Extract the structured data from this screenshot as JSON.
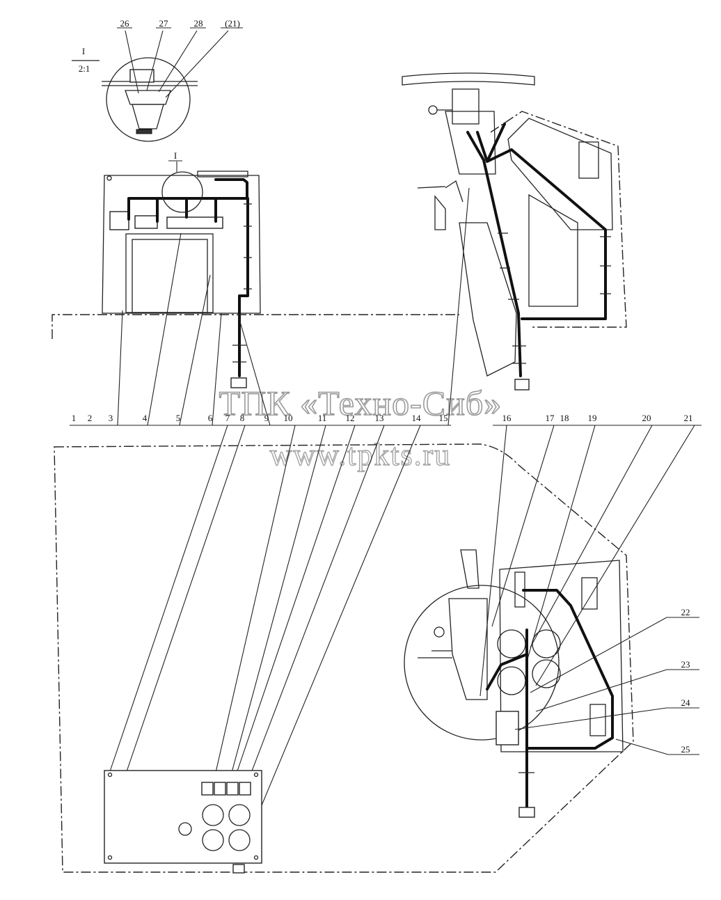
{
  "detail": {
    "label": "I",
    "scale": "2:1"
  },
  "detail_callouts": [
    "26",
    "27",
    "28",
    "(21)"
  ],
  "detail_marker": "I",
  "callouts_top": [
    "1",
    "2",
    "3",
    "4",
    "5",
    "6",
    "7",
    "8",
    "9",
    "10",
    "11",
    "12",
    "13",
    "14",
    "15",
    "16",
    "17",
    "18",
    "19",
    "20",
    "21"
  ],
  "callouts_right": [
    "22",
    "23",
    "24",
    "25"
  ],
  "watermark": {
    "line1": "ТПК «Техно-Сиб»",
    "line2": "www.tpkts.ru"
  }
}
